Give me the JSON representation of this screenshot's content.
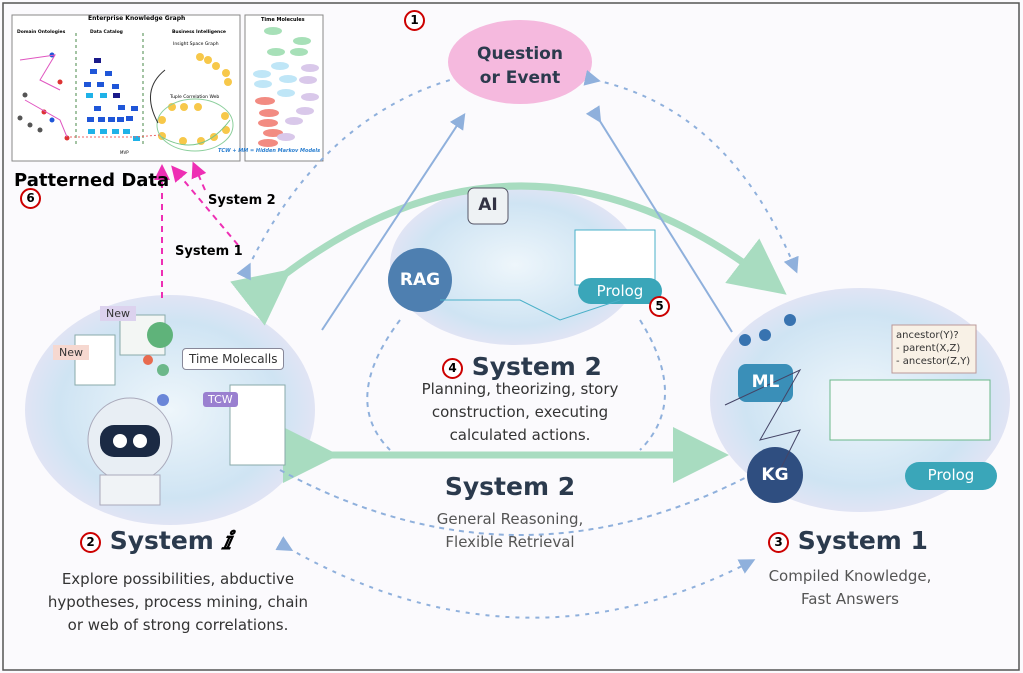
{
  "inset": {
    "ekg_title": "Enterprise Knowledge Graph",
    "domain_ontologies": "Domain Ontologies",
    "data_catalog": "Data Catalog",
    "business_intelligence": "Business Intelligence",
    "insight_space_graph": "Insight Space Graph",
    "tuple_correlation_web": "Tuple Correlation Web",
    "mvp": "MVP",
    "formula": "TCW + MM = Hidden Markov Models",
    "time_molecules_title": "Time Molecules"
  },
  "patterned_data": {
    "label": "Patterned Data",
    "number": "6"
  },
  "pink_arrows": {
    "system2": "System 2",
    "system1": "System 1"
  },
  "question": {
    "number": "1",
    "line1": "Question",
    "line2": "or Event"
  },
  "middle": {
    "tags": {
      "ai": "AI",
      "rag": "RAG",
      "prolog": "Prolog",
      "prolog_number": "5"
    },
    "number": "4",
    "title": "System 2",
    "desc": [
      "Planning, theorizing, story",
      "construction, executing",
      "calculated actions."
    ]
  },
  "center": {
    "title": "System 2",
    "sub": [
      "General Reasoning,",
      "Flexible Retrieval"
    ]
  },
  "left": {
    "tags": {
      "new1": "New",
      "new2": "New",
      "time_molecalls": "Time Molecalls",
      "tcw": "TCW"
    },
    "number": "2",
    "title": "System",
    "title_glyph": "ⅈ",
    "desc": [
      "Explore possibilities, abductive",
      "hypotheses, process mining, chain",
      "or web of strong correlations."
    ]
  },
  "right": {
    "tags": {
      "ml": "ML",
      "kg": "KG",
      "prolog": "Prolog",
      "code": [
        "ancestor(Y)?",
        "- parent(X,Z)",
        "- ancestor(Z,Y)"
      ]
    },
    "number": "3",
    "title": "System 1",
    "sub": [
      "Compiled Knowledge,",
      "Fast Answers"
    ]
  },
  "colors": {
    "question_fill": "#f5b9de",
    "green_arrow": "#a8dcc0",
    "blue_dashed": "#8fb0dc",
    "pink_dashed": "#ee2fb4",
    "number_ring": "#cc0000",
    "title_text": "#2b3a4d",
    "teal_tag": "#3aa6b9"
  }
}
